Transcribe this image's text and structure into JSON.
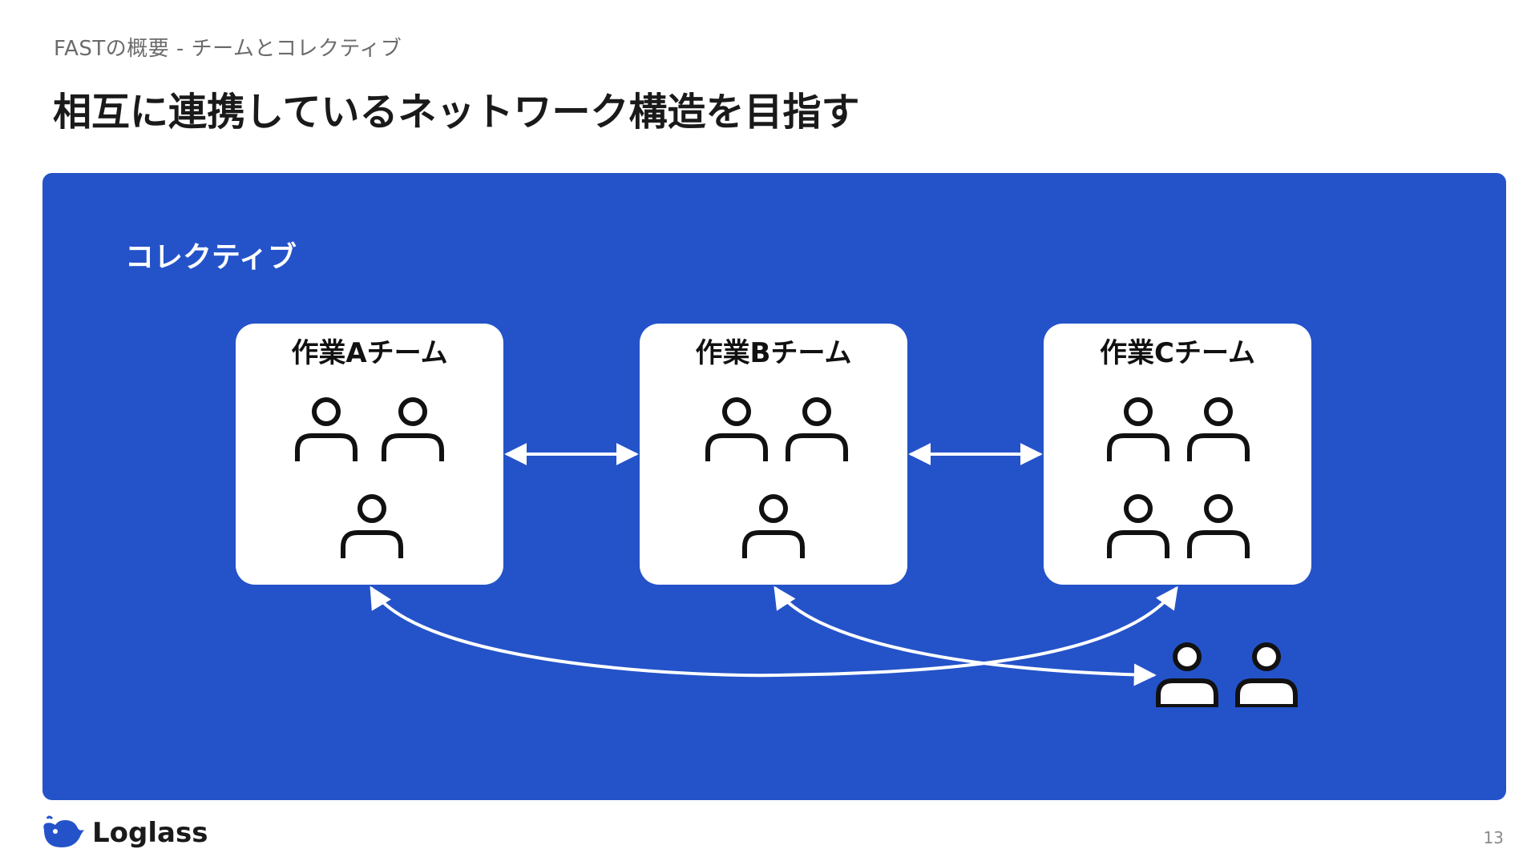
{
  "header": {
    "breadcrumb": "FASTの概要 - チームとコレクティブ",
    "title": "相互に連携しているネットワーク構造を目指す"
  },
  "panel": {
    "label": "コレクティブ",
    "color": "#2453c9"
  },
  "teams": [
    {
      "name": "作業Aチーム",
      "members": 3
    },
    {
      "name": "作業Bチーム",
      "members": 3
    },
    {
      "name": "作業Cチーム",
      "members": 4
    }
  ],
  "unassigned_members": 2,
  "footer": {
    "logo_text": "Loglass",
    "page_number": "13"
  }
}
